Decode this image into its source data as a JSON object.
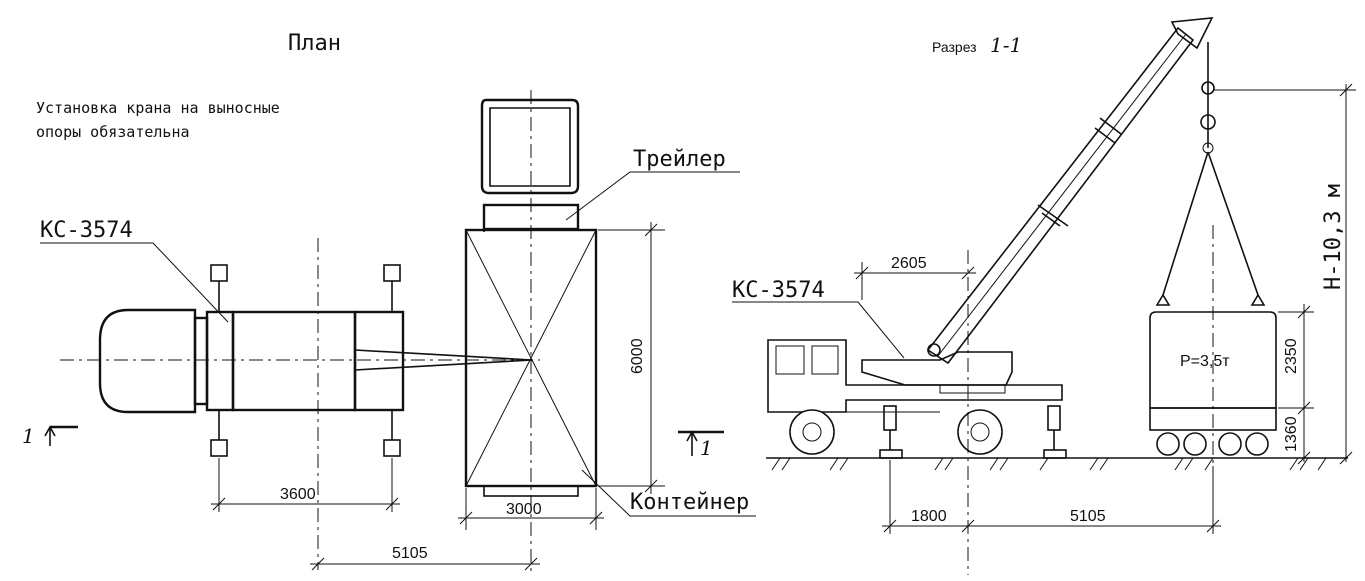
{
  "plan": {
    "title": "План",
    "note_line1": "Установка крана на выносные",
    "note_line2": "опоры обязательна",
    "crane_label": "КС-3574",
    "trailer_label": "Трейлер",
    "container_label": "Контейнер",
    "dim_outriggers": "3600",
    "dim_reach": "5105",
    "dim_container_width": "3000",
    "dim_container_length": "6000",
    "section_mark_left": "1",
    "section_mark_right": "1"
  },
  "section": {
    "title_prefix": "Разрез",
    "title_mark": "1-1",
    "crane_label": "КС-3574",
    "load_label": "P=3,5т",
    "dim_boom_offset": "2605",
    "dim_outrigger": "1800",
    "dim_reach": "5105",
    "dim_container_height": "2350",
    "dim_trailer_height": "1360",
    "dim_hook_height": "H-10,3 м"
  }
}
